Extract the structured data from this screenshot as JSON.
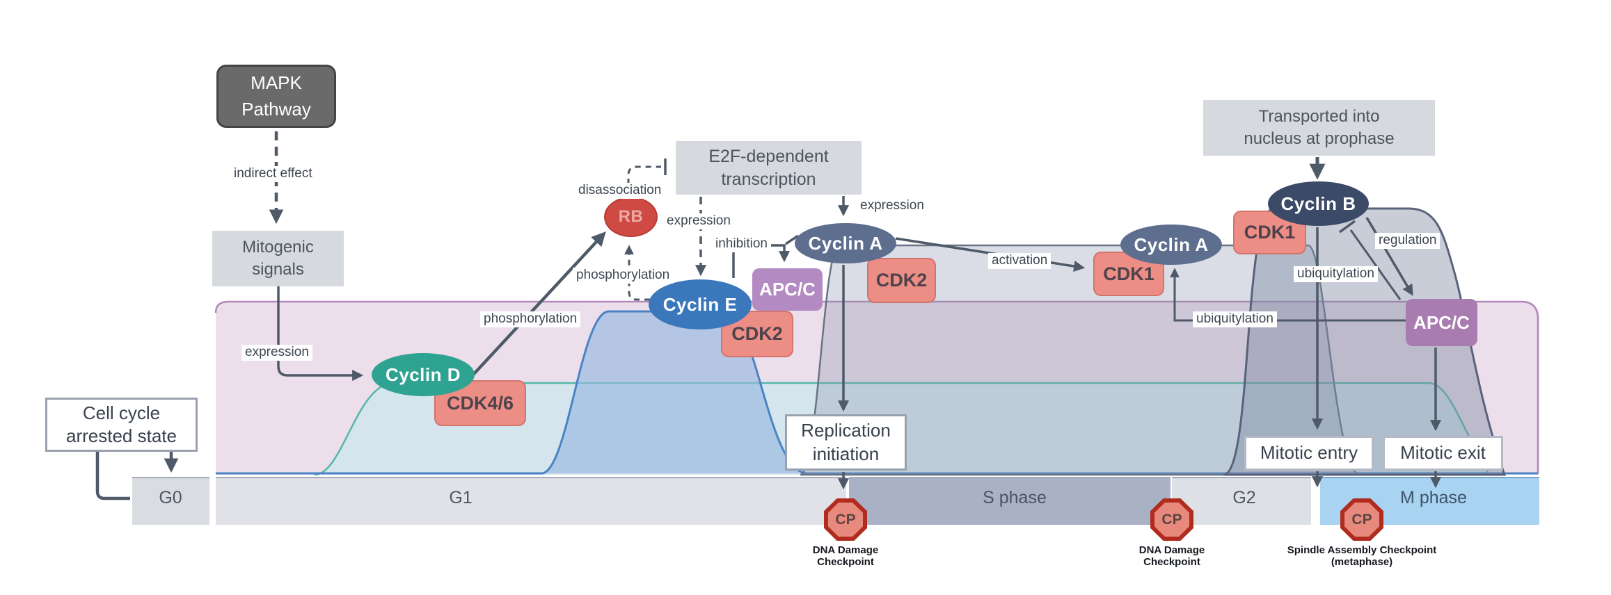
{
  "title": "Cell cycle regulation diagram",
  "nodes": {
    "mapk": {
      "line1": "MAPK",
      "line2": "Pathway"
    },
    "mitogenic": {
      "line1": "Mitogenic",
      "line2": "signals"
    },
    "arrested": {
      "line1": "Cell cycle",
      "line2": "arrested state"
    },
    "e2f": {
      "line1": "E2F-dependent",
      "line2": "transcription"
    },
    "transported": {
      "line1": "Transported into",
      "line2": "nucleus at prophase"
    },
    "replication": {
      "line1": "Replication",
      "line2": "initiation"
    },
    "mitotic_entry": "Mitotic entry",
    "mitotic_exit": "Mitotic exit",
    "cyclin_d": "Cyclin D",
    "cyclin_e": "Cyclin E",
    "cyclin_a_s": "Cyclin A",
    "cyclin_a_g2": "Cyclin A",
    "cyclin_b": "Cyclin B",
    "rb": "RB",
    "cdk46": "CDK4/6",
    "cdk2_e": "CDK2",
    "cdk2_a": "CDK2",
    "cdk1_a": "CDK1",
    "cdk1_b": "CDK1",
    "apc_s": "APC/C",
    "apc_m": "APC/C"
  },
  "edge_labels": {
    "indirect_effect": "indirect effect",
    "expression_d": "expression",
    "phosphorylation_rb": "phosphorylation",
    "phosphorylation_e": "phosphorylation",
    "disassociation": "disassociation",
    "expression_e": "expression",
    "inhibition": "inhibition",
    "expression_a": "expression",
    "activation": "activation",
    "regulation": "regulation",
    "ubiquitylation_b": "ubiquitylation",
    "ubiquitylation_a": "ubiquitylation"
  },
  "timeline": {
    "phases": [
      {
        "id": "g0",
        "label": "G0"
      },
      {
        "id": "g1",
        "label": "G1"
      },
      {
        "id": "s",
        "label": "S phase"
      },
      {
        "id": "g2",
        "label": "G2"
      },
      {
        "id": "m",
        "label": "M phase"
      }
    ]
  },
  "checkpoints": [
    {
      "badge": "CP",
      "line1": "DNA Damage",
      "line2": "Checkpoint"
    },
    {
      "badge": "CP",
      "line1": "DNA Damage",
      "line2": "Checkpoint"
    },
    {
      "badge": "CP",
      "line1": "Spindle Assembly Checkpoint",
      "line2": "(metaphase)"
    }
  ],
  "colors": {
    "cyclin_d": "#2fa392",
    "cyclin_e": "#3a77bb",
    "cyclin_a": "#5e6e8e",
    "cyclin_b": "#3b4a66",
    "rb_fill": "#ce4a42",
    "cdk_fill": "#ec8d86",
    "apc_fill": "#b18ac0",
    "arrow": "#4f5a68",
    "pink_backdrop": "#ecdfeb",
    "pink_border": "#a87cb0",
    "teal_curve": "#55b7a7",
    "blue_curve": "#4a83c4",
    "band_g": "#e0e2e7",
    "band_s": "#a9b1c5",
    "band_m": "#a8d3f1",
    "checkpoint_red": "#b02c1e",
    "checkpoint_fill": "#e8897e"
  }
}
